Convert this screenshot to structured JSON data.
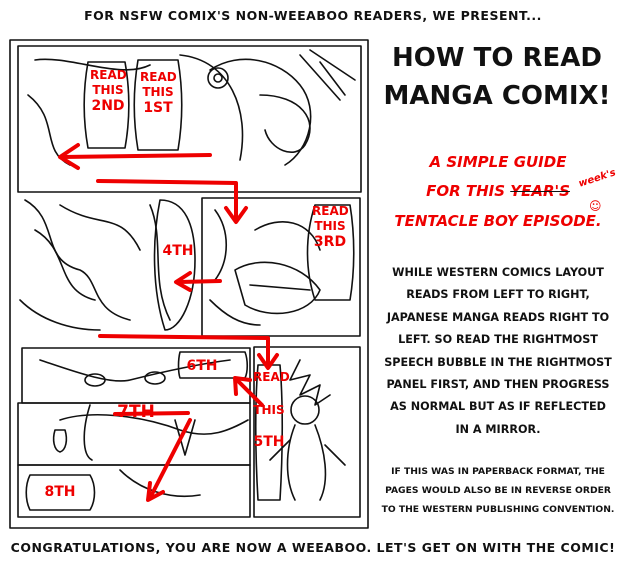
{
  "header": "FOR NSFW COMIX'S NON-WEEABOO READERS, WE PRESENT...",
  "title_line1": "HOW TO READ",
  "title_line2": "MANGA COMIX!",
  "subtitle": {
    "line1": "A SIMPLE GUIDE",
    "line2_prefix": "FOR THIS ",
    "line2_struck": "YEAR'S",
    "weeks": "week's",
    "line3": "TENTACLE BOY EPISODE."
  },
  "body_lines": [
    "WHILE WESTERN COMICS LAYOUT",
    "READS FROM LEFT TO RIGHT,",
    "JAPANESE MANGA READS RIGHT TO",
    "LEFT. SO READ THE RIGHTMOST",
    "SPEECH BUBBLE IN THE RIGHTMOST",
    "PANEL FIRST, AND THEN PROGRESS",
    "AS NORMAL BUT AS IF REFLECTED",
    "IN A MIRROR."
  ],
  "note_lines": [
    "IF THIS WAS IN PAPERBACK FORMAT, THE",
    "PAGES WOULD ALSO BE IN REVERSE ORDER",
    "TO THE WESTERN PUBLISHING CONVENTION."
  ],
  "footer": "CONGRATULATIONS, YOU ARE NOW A WEEABOO. LET'S GET ON WITH THE COMIC!",
  "labels": {
    "read": "READ",
    "this": "THIS",
    "p1": "1ST",
    "p2": "2ND",
    "p3": "3RD",
    "p4": "4TH",
    "p5": "5TH",
    "p6": "6TH",
    "p7": "7TH",
    "p8": "8TH"
  },
  "colors": {
    "ink": "#111111",
    "accent": "#e00000",
    "background": "#ffffff"
  }
}
